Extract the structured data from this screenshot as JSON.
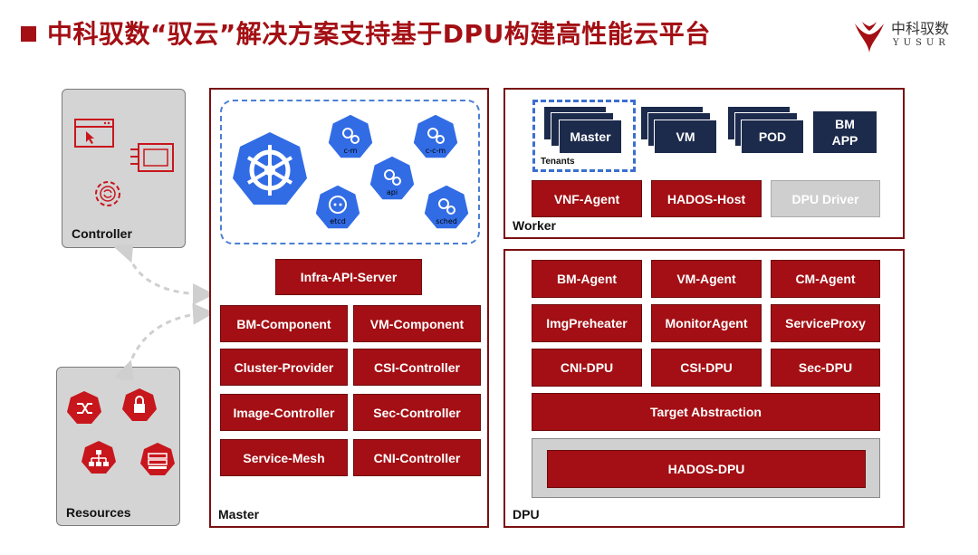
{
  "header": {
    "title": "中科驭数“驭云”解决方案支持基于DPU构建高性能云平台",
    "logo_cn": "中科驭数",
    "logo_en": "YUSUR"
  },
  "colors": {
    "brand_red": "#a30f14",
    "navy": "#1c2a4c",
    "k8s_blue": "#326ce5",
    "disabled_gray": "#cfcfcf"
  },
  "controller": {
    "label": "Controller",
    "icons": [
      "browser-cursor-icon",
      "dashboard-window-icon",
      "gear-sync-icon"
    ]
  },
  "resources": {
    "label": "Resources",
    "icons": [
      "network-shuffle-icon",
      "security-lock-icon",
      "network-topology-icon",
      "server-rack-icon"
    ]
  },
  "master": {
    "label": "Master",
    "k8s_components": [
      "c-m",
      "c-c-m",
      "api",
      "etcd",
      "sched"
    ],
    "infra_api_server": "Infra-API-Server",
    "components": [
      [
        "BM-Component",
        "VM-Component"
      ],
      [
        "Cluster-Provider",
        "CSI-Controller"
      ],
      [
        "Image-Controller",
        "Sec-Controller"
      ],
      [
        "Service-Mesh",
        "CNI-Controller"
      ]
    ]
  },
  "worker": {
    "label": "Worker",
    "tenants_label": "Tenants",
    "workloads": [
      "Master",
      "VM",
      "POD"
    ],
    "bm_app": "BM\nAPP",
    "bm_app_line1": "BM",
    "bm_app_line2": "APP",
    "agents": [
      "VNF-Agent",
      "HADOS-Host",
      "DPU Driver"
    ]
  },
  "dpu": {
    "label": "DPU",
    "grid": [
      [
        "BM-Agent",
        "VM-Agent",
        "CM-Agent"
      ],
      [
        "ImgPreheater",
        "MonitorAgent",
        "ServiceProxy"
      ],
      [
        "CNI-DPU",
        "CSI-DPU",
        "Sec-DPU"
      ]
    ],
    "target_abstraction": "Target Abstraction",
    "hados_dpu": "HADOS-DPU"
  }
}
